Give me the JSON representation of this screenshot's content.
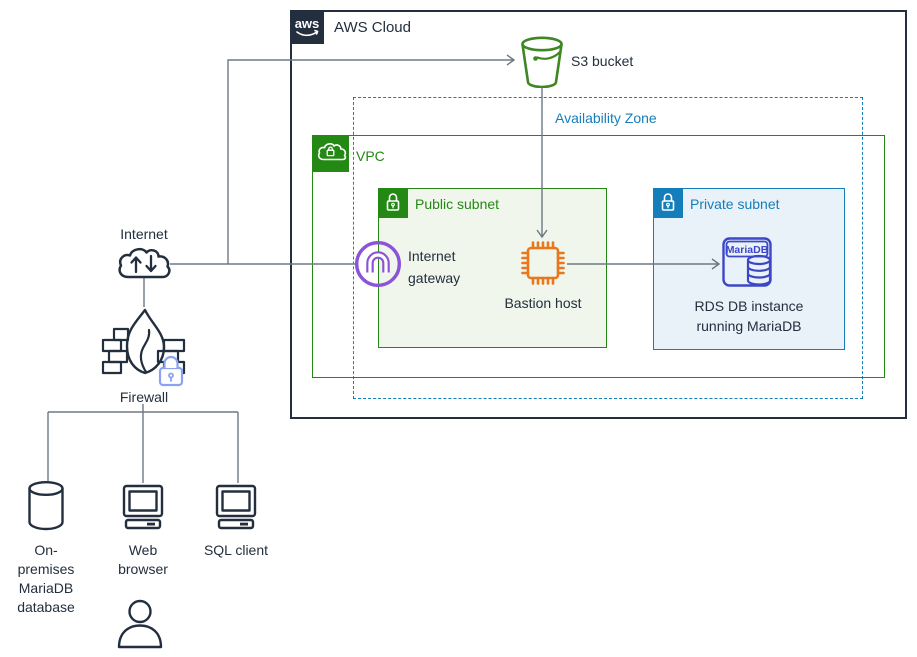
{
  "colors": {
    "dark": "#232F3E",
    "line": "#6E7883",
    "green": "#248814",
    "green-fill": "#F0F6EB",
    "s3-green": "#3F8624",
    "blue": "#147EBA",
    "blue-fill": "#E9F2F8",
    "purple": "#8A53D8",
    "orange": "#E8771E",
    "rds-blue": "#3E46C8",
    "lock-blue": "#8CA2F0"
  },
  "aws_cloud": {
    "logo_text": "aws",
    "title": "AWS Cloud"
  },
  "s3": {
    "label": "S3 bucket"
  },
  "availability_zone": {
    "title": "Availability Zone"
  },
  "vpc": {
    "title": "VPC"
  },
  "public_subnet": {
    "title": "Public subnet",
    "internet_gateway": {
      "label_line1": "Internet",
      "label_line2": "gateway"
    },
    "bastion": {
      "label": "Bastion host"
    }
  },
  "private_subnet": {
    "title": "Private subnet",
    "rds": {
      "icon_text": "MariaDB",
      "label_line1": "RDS DB instance",
      "label_line2": "running MariaDB"
    }
  },
  "on_premises": {
    "internet": {
      "label": "Internet"
    },
    "firewall": {
      "label": "Firewall"
    },
    "database": {
      "label_line1": "On-premises",
      "label_line2": "MariaDB",
      "label_line3": "database"
    },
    "web_browser": {
      "label_line1": "Web",
      "label_line2": "browser"
    },
    "sql_client": {
      "label": "SQL client"
    }
  }
}
